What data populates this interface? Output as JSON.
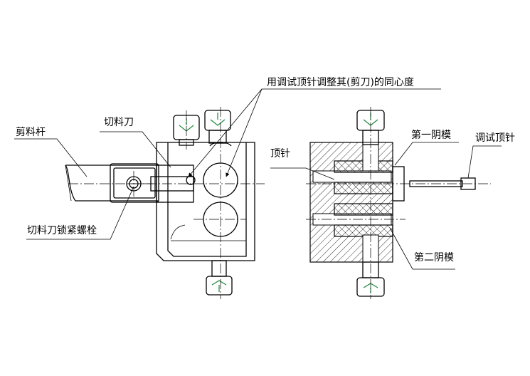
{
  "labels": {
    "top_note": "用调试顶针调整其(剪刀)的同心度",
    "cutting_rod": "剪料杆",
    "cutting_knife": "切料刀",
    "knife_lock_bolt": "切料刀锁紧螺栓",
    "ejector_pin": "顶针",
    "first_die": "第一阴模",
    "debug_pin": "调试顶针",
    "second_die": "第二阴模"
  },
  "colors": {
    "line": "#000000",
    "bolt_accent": "#1a8a3a",
    "background": "#ffffff"
  }
}
